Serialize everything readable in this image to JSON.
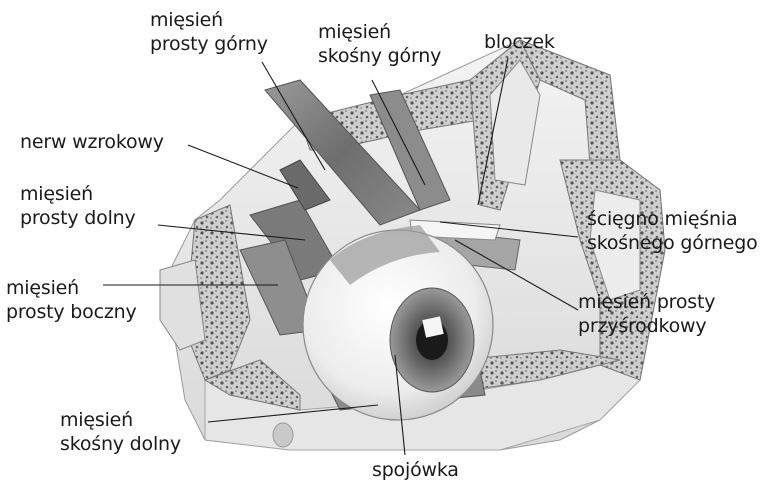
{
  "diagram": {
    "labels": {
      "superior_rectus": "mięsień\nprosty górny",
      "superior_oblique": "mięsień\nskośny górny",
      "trochlea": "bloczek",
      "optic_nerve": "nerw wzrokowy",
      "inferior_rectus": "mięsień\nprosty dolny",
      "lateral_rectus": "mięsień\nprosty boczny",
      "superior_oblique_tendon": "ścięgno mięśnia\nskośnego górnego",
      "medial_rectus": "mięsień prosty\nprzyśrodkowy",
      "inferior_oblique": "mięsień\nskośny dolny",
      "conjunctiva": "spojówka"
    }
  }
}
